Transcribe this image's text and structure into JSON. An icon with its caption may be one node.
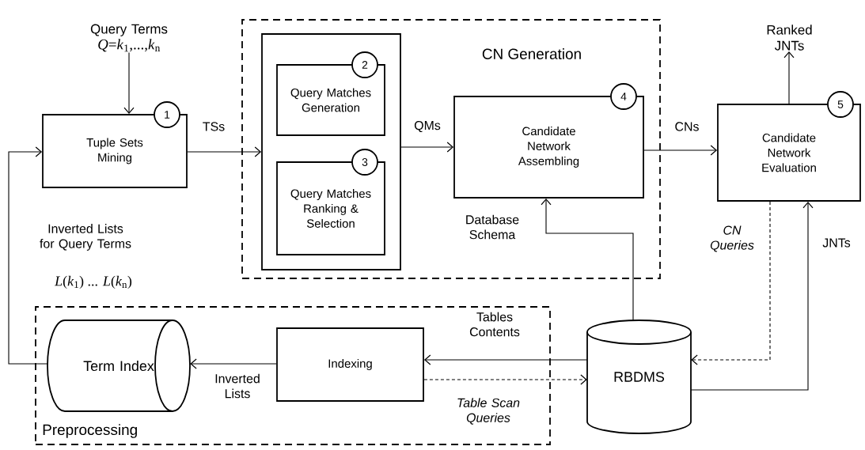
{
  "diagram": {
    "nodes": [
      {
        "text": [
          "Query Terms",
          "*Q*=*k*$_{1}$,...,*k*$_{n}$"
        ]
      },
      {
        "text": [
          "1",
          "Tuple Sets Mining"
        ]
      },
      {
        "text": [
          "CN Generation"
        ]
      },
      {
        "text": [],
        "shape": "box",
        "in": 2
      },
      {
        "text": [
          "2",
          "Query Matches Generation"
        ],
        "in": 3
      },
      {
        "text": [
          "3",
          "Query Matches Ranking & Selection"
        ],
        "in": 3
      },
      {
        "text": [
          "4",
          "Candidate Network Assembling"
        ],
        "in": 2
      },
      {
        "text": [
          "5",
          "Candidate Network Evaluation"
        ]
      },
      {
        "text": [
          "Ranked JNTs"
        ]
      },
      {
        "text": [
          "Preprocessing"
        ]
      },
      {
        "text": [
          "Term Index"
        ],
        "in": 9
      },
      {
        "text": [
          "Indexing"
        ],
        "in": 9
      },
      {
        "text": [
          "RBDMS"
        ]
      }
    ],
    "edges": [
      {
        "from": 0,
        "to": 1,
        "arrow": "to"
      },
      {
        "from": 1,
        "to": 3,
        "arrow": "to",
        "label": "TSs"
      },
      {
        "from": 3,
        "to": 6,
        "arrow": "to",
        "label": "QMs"
      },
      {
        "from": 6,
        "to": 7,
        "arrow": "to",
        "label": "CNs"
      },
      {
        "from": 7,
        "to": 8,
        "arrow": "to"
      },
      {
        "from": 10,
        "to": 1,
        "arrow": "to",
        "label": "Inverted Lists for Query Terms"
      },
      {
        "from": 11,
        "to": 10,
        "arrow": "to",
        "label": "Inverted Lists"
      },
      {
        "from": 12,
        "to": 11,
        "arrow": "to",
        "label": "Tables Contents"
      },
      {
        "from": 11,
        "to": 12,
        "arrow": "to",
        "label": "Table Scan Queries",
        "style": "dashed"
      },
      {
        "from": 12,
        "to": 6,
        "arrow": "to",
        "label": "Database Schema"
      },
      {
        "from": 7,
        "to": 12,
        "arrow": "to",
        "label": "CN Queries",
        "style": "dashed"
      },
      {
        "from": 12,
        "to": 7,
        "arrow": "to",
        "label": "JNTs"
      }
    ],
    "labels": [
      "*L*(*k*$_{1}$) ... *L*(*k*$_{n}$)"
    ]
  }
}
